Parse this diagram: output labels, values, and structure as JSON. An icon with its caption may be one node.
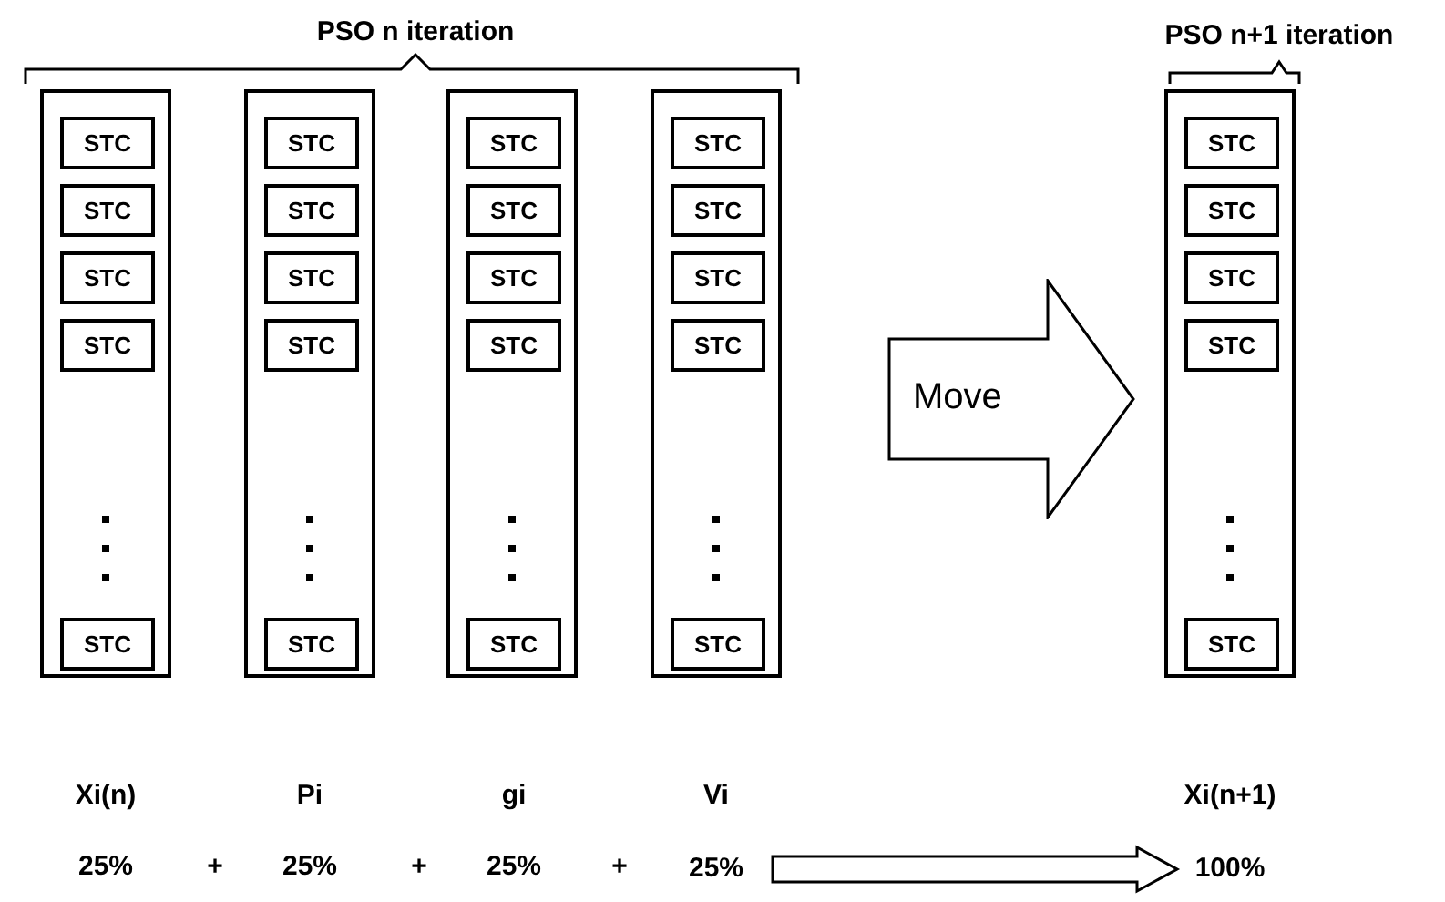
{
  "diagram": {
    "nodes": [
      {
        "text": [],
        "shape": "box"
      },
      {
        "text": [
          "STC"
        ],
        "in": 0
      },
      {
        "text": [
          "STC"
        ],
        "in": 0
      },
      {
        "text": [
          "STC"
        ],
        "in": 0
      },
      {
        "text": [
          "STC"
        ],
        "in": 0
      },
      {
        "text": [
          "STC"
        ],
        "in": 0
      },
      {
        "text": [],
        "shape": "box"
      },
      {
        "text": [
          "STC"
        ],
        "in": 6
      },
      {
        "text": [
          "STC"
        ],
        "in": 6
      },
      {
        "text": [
          "STC"
        ],
        "in": 6
      },
      {
        "text": [
          "STC"
        ],
        "in": 6
      },
      {
        "text": [
          "STC"
        ],
        "in": 6
      },
      {
        "text": [],
        "shape": "box"
      },
      {
        "text": [
          "STC"
        ],
        "in": 12
      },
      {
        "text": [
          "STC"
        ],
        "in": 12
      },
      {
        "text": [
          "STC"
        ],
        "in": 12
      },
      {
        "text": [
          "STC"
        ],
        "in": 12
      },
      {
        "text": [
          "STC"
        ],
        "in": 12
      },
      {
        "text": [],
        "shape": "box"
      },
      {
        "text": [
          "STC"
        ],
        "in": 18
      },
      {
        "text": [
          "STC"
        ],
        "in": 18
      },
      {
        "text": [
          "STC"
        ],
        "in": 18
      },
      {
        "text": [
          "STC"
        ],
        "in": 18
      },
      {
        "text": [
          "STC"
        ],
        "in": 18
      },
      {
        "text": [],
        "shape": "box"
      },
      {
        "text": [
          "STC"
        ],
        "in": 24
      },
      {
        "text": [
          "STC"
        ],
        "in": 24
      },
      {
        "text": [
          "STC"
        ],
        "in": 24
      },
      {
        "text": [
          "STC"
        ],
        "in": 24
      },
      {
        "text": [
          "STC"
        ],
        "in": 24
      },
      {
        "text": [
          "Move"
        ]
      },
      {
        "text": [
          "25%"
        ]
      },
      {
        "text": [
          "100%"
        ]
      }
    ],
    "edges": [
      {
        "from": 31,
        "to": 32,
        "arrow": "to",
        "style": "thick"
      }
    ],
    "labels": [
      "PSO n iteration",
      "PSO n+1 iteration",
      "Xi(n)",
      "Pi",
      "gi",
      "Vi",
      "Xi(n+1)",
      "25%",
      "+",
      "25%",
      "+",
      "25%",
      "+"
    ]
  }
}
